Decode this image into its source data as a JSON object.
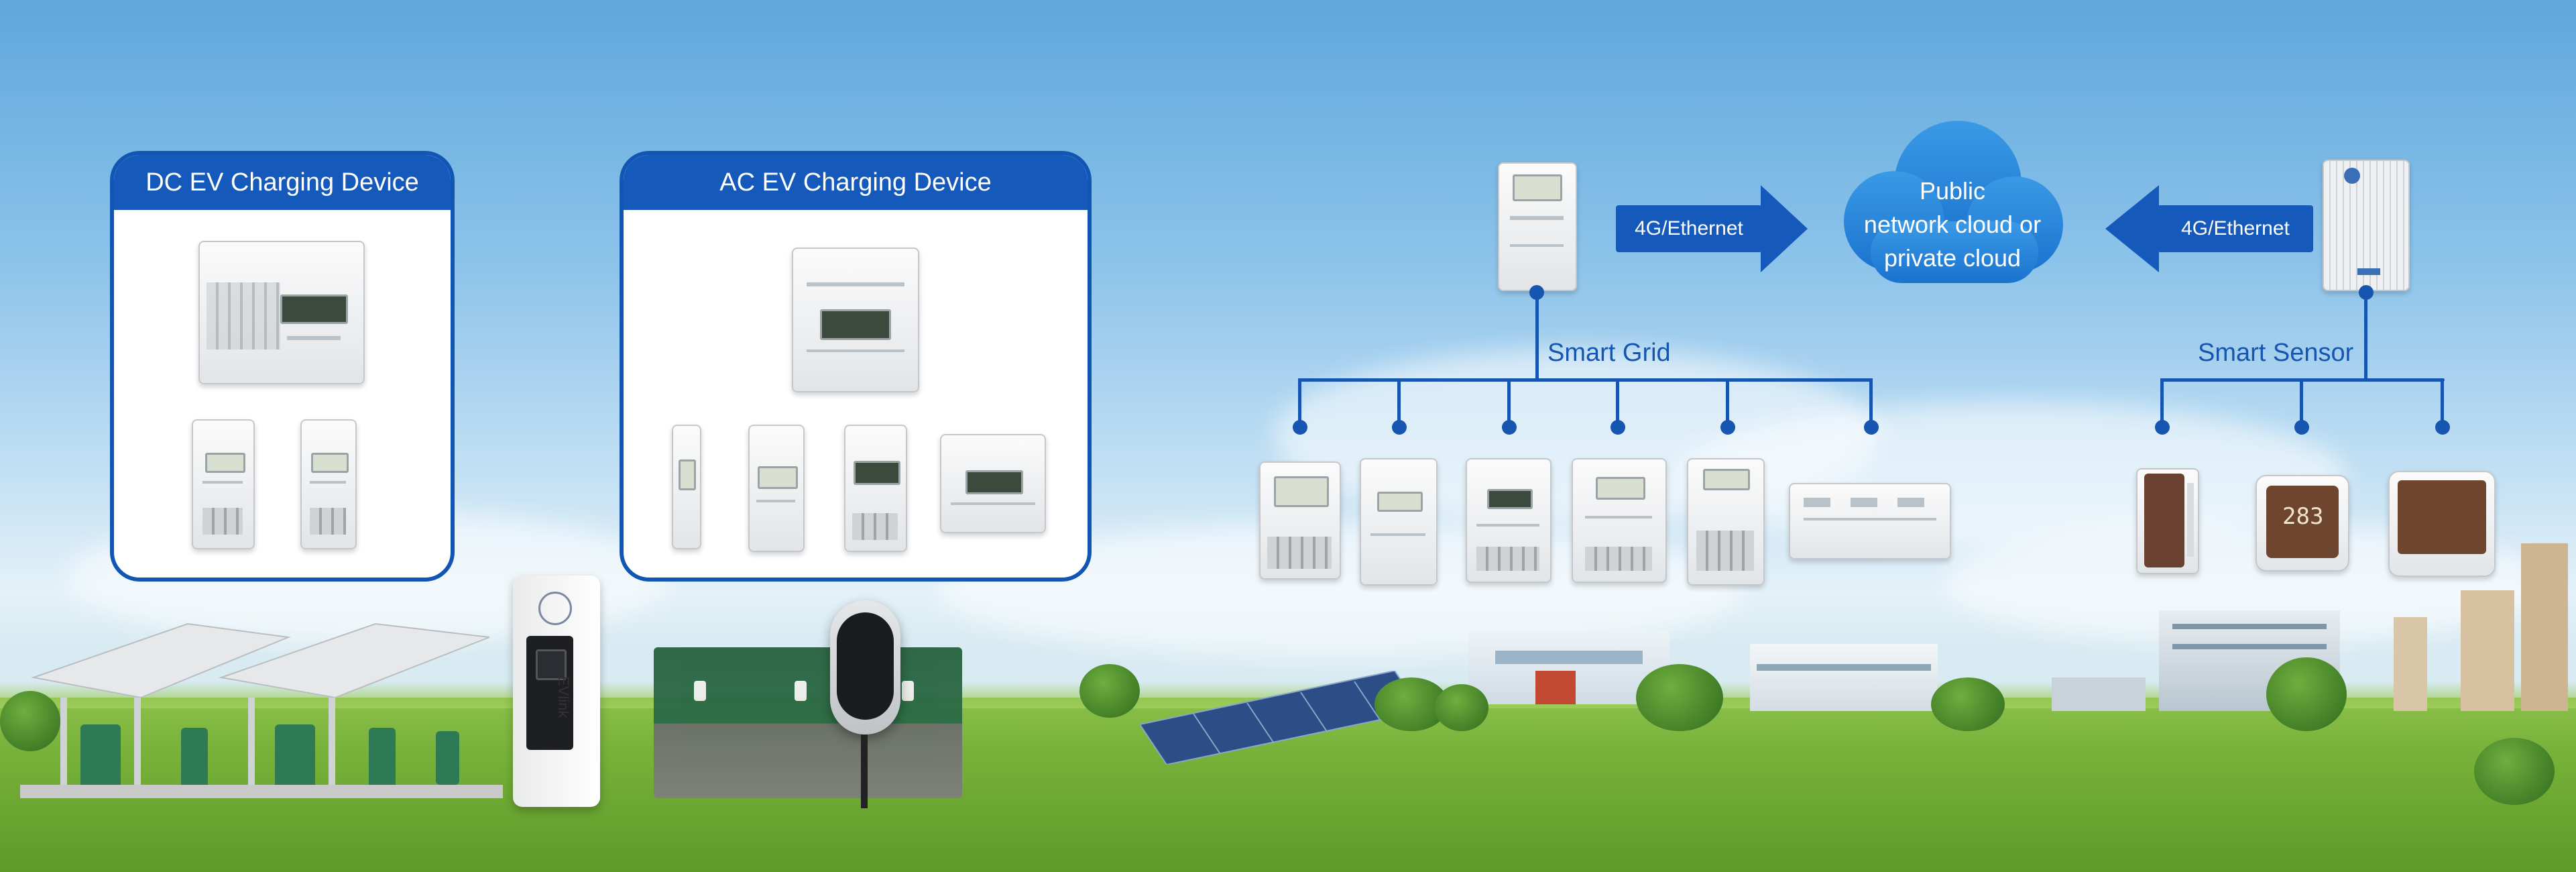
{
  "panels": {
    "dc": {
      "title": "DC EV Charging Device"
    },
    "ac": {
      "title": "AC EV Charging Device"
    }
  },
  "network": {
    "left_link": "4G/Ethernet",
    "right_link": "4G/Ethernet",
    "cloud_lines": [
      "Public",
      "network cloud or",
      "private cloud"
    ],
    "smart_grid_label": "Smart Grid",
    "smart_sensor_label": "Smart Sensor"
  },
  "sensor_display_value": "283",
  "charger_brand_text": "EVlink",
  "colors": {
    "brand_blue": "#1559bb",
    "line_blue": "#1656b0",
    "sky": "#8cc3ea",
    "grass": "#78b23a"
  },
  "icons": [
    "energy-meter-icon",
    "cloud-icon",
    "arrow-right-icon",
    "arrow-left-icon",
    "sensor-icon",
    "charger-icon"
  ]
}
